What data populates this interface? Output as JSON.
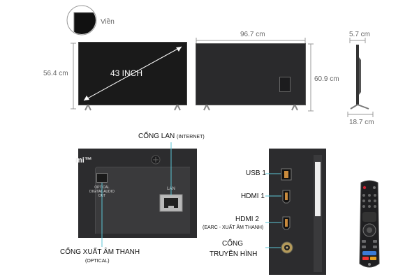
{
  "bezel_label": "Viền",
  "front": {
    "height": "56.4 cm",
    "diagonal": "43 INCH"
  },
  "back": {
    "width": "96.7 cm",
    "height": "60.9 cm"
  },
  "side": {
    "depth": "5.7 cm",
    "stand_depth": "18.7 cm"
  },
  "port_panel": {
    "logo_fragment": "mi™",
    "optical_port_label": "OPTICAL DIGITAL AUDIO OUT",
    "lan_port_label": "LAN",
    "lan_title": "CỔNG LAN",
    "lan_sub": "(INTERNET)",
    "optical_title": "CỔNG XUẤT ÂM THANH",
    "optical_sub": "(OPTICAL)"
  },
  "side_ports": {
    "usb": "USB 1",
    "hdmi1": "HDMI 1",
    "hdmi2": "HDMI 2",
    "hdmi2_sub": "(EARC - XUẤT ÂM THANH)",
    "antenna_line1": "CỔNG",
    "antenna_line2": "TRUYỀN HÌNH"
  },
  "colors": {
    "accent": "#5bc6d6",
    "screen": "#1a1a1a",
    "panel": "#2c2c2e"
  },
  "icons": [
    "remote-control-icon",
    "antenna-port-icon",
    "ethernet-port-icon",
    "optical-port-icon"
  ]
}
